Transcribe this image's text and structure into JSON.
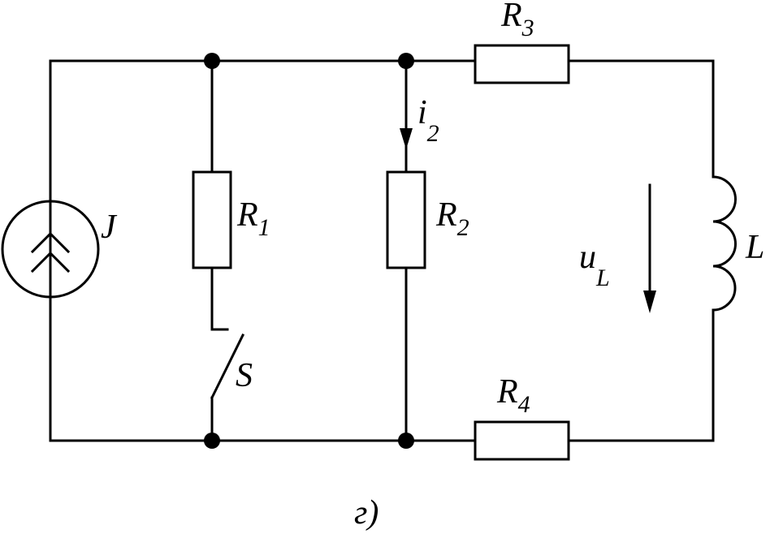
{
  "diagram": {
    "caption": "г)",
    "source": {
      "symbol": "J"
    },
    "switch": {
      "symbol": "S"
    },
    "inductor": {
      "symbol": "L"
    },
    "resistors": [
      {
        "base": "R",
        "index": "1"
      },
      {
        "base": "R",
        "index": "2"
      },
      {
        "base": "R",
        "index": "3"
      },
      {
        "base": "R",
        "index": "4"
      }
    ],
    "current": {
      "base": "i",
      "index": "2"
    },
    "voltage": {
      "base": "u",
      "index": "L"
    }
  }
}
